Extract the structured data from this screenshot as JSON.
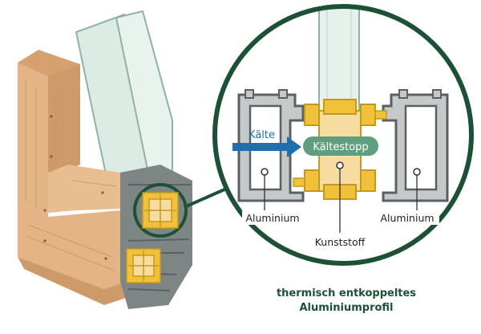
{
  "labels": {
    "cold": "Kälte",
    "cold_stop": "Kältestopp",
    "aluminium_left": "Aluminium",
    "aluminium_right": "Aluminium",
    "plastic": "Kunststoff",
    "caption_line1": "thermisch entkoppeltes",
    "caption_line2": "Aluminiumprofil"
  },
  "colors": {
    "wood": "#e3b486",
    "wood_dark": "#cf9a69",
    "glass": "#dcebe4",
    "glass_edge": "#8fb3a3",
    "dark_green": "#1c5136",
    "aluminium": "#c6c9c9",
    "aluminium_edge": "#5b6162",
    "plastic": "#f1c13a",
    "plastic_core": "#f6dca0",
    "arrow_blue": "#1f6fb0",
    "pill_green": "#5f9f7f"
  }
}
